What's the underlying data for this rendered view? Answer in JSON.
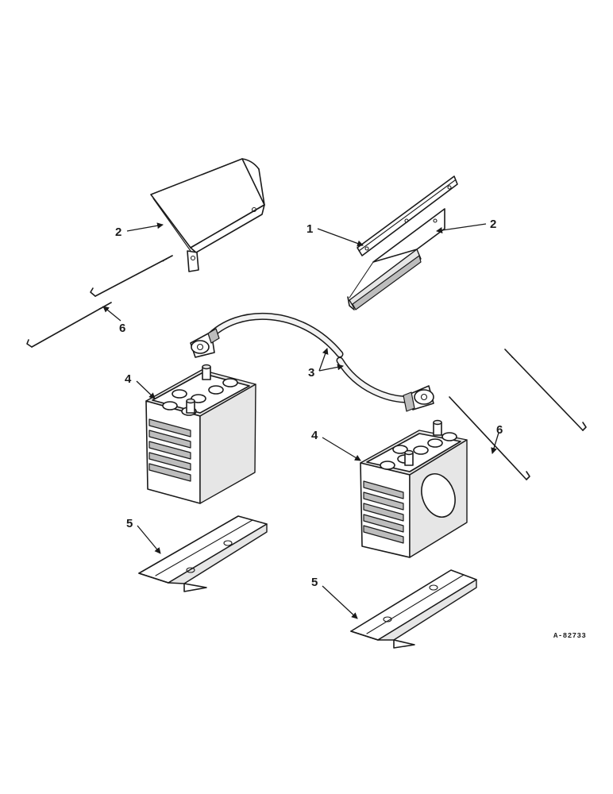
{
  "callouts": {
    "bracket_left": "2",
    "clamp": "1",
    "bracket_right": "2",
    "rod_left": "6",
    "cable": "3",
    "battery_left": "4",
    "battery_right": "4",
    "rod_right": "6",
    "tray_left": "5",
    "tray_right": "5"
  },
  "reference_code": "A-82733"
}
